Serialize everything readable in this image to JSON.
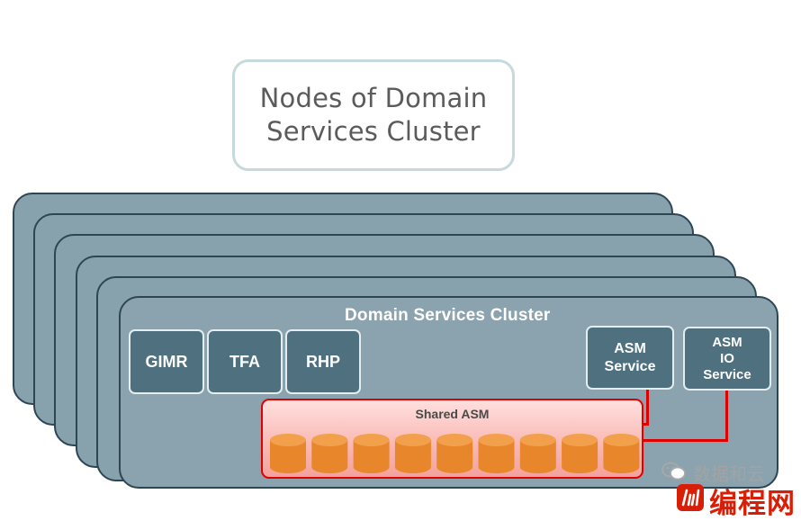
{
  "title": {
    "line1": "Nodes of Domain",
    "line2": "Services Cluster"
  },
  "cluster": {
    "title": "Domain Services Cluster"
  },
  "services": {
    "gimr": "GIMR",
    "tfa": "TFA",
    "rhp": "RHP",
    "asm_service": [
      "ASM",
      "Service"
    ],
    "asm_io_service": [
      "ASM",
      "IO",
      "Service"
    ]
  },
  "shared_asm": {
    "label": "Shared ASM",
    "disk_count": 9,
    "disk_color": "#e8862b"
  },
  "watermark": {
    "line1": "数据和云",
    "line2": "编程网"
  },
  "colors": {
    "node_fill": "#87a1ad",
    "node_border": "#2e4654",
    "service_fill": "#4f707e",
    "asm_border": "#e00000"
  }
}
